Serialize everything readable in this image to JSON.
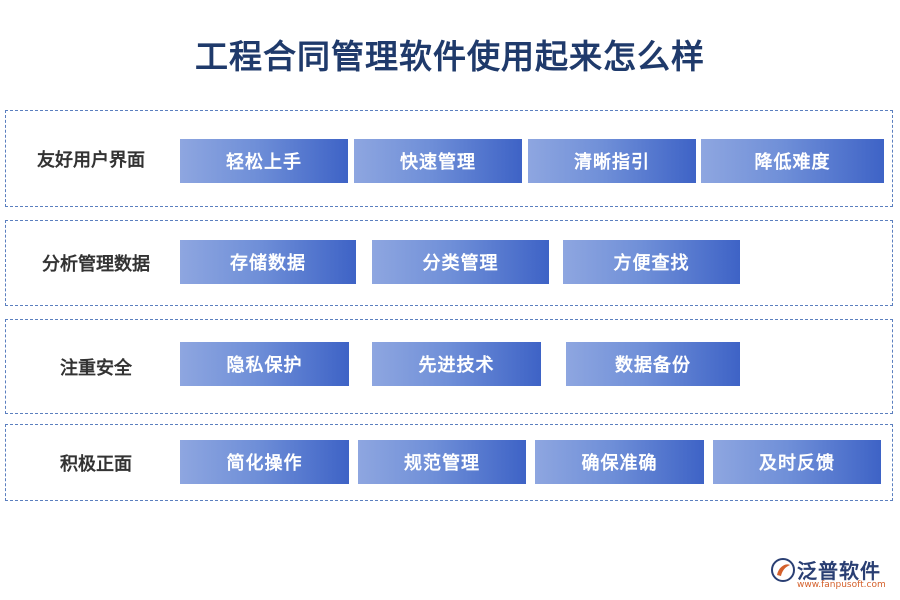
{
  "title": "工程合同管理软件使用起来怎么样",
  "sections": [
    {
      "label": "友好用户界面",
      "chips": [
        "轻松上手",
        "快速管理",
        "清晰指引",
        "降低难度"
      ]
    },
    {
      "label": "分析管理数据",
      "chips": [
        "存储数据",
        "分类管理",
        "方便查找"
      ]
    },
    {
      "label": "注重安全",
      "chips": [
        "隐私保护",
        "先进技术",
        "数据备份"
      ]
    },
    {
      "label": "积极正面",
      "chips": [
        "简化操作",
        "规范管理",
        "确保准确",
        "及时反馈"
      ]
    }
  ],
  "brand": {
    "name": "泛普软件",
    "url": "www.fanpusoft.com",
    "icon": "fanpu-logo-icon"
  },
  "colors": {
    "title": "#1f3a6b",
    "border": "#5b7fbf",
    "chip_start": "#8ea6e0",
    "chip_end": "#3e63c6"
  }
}
